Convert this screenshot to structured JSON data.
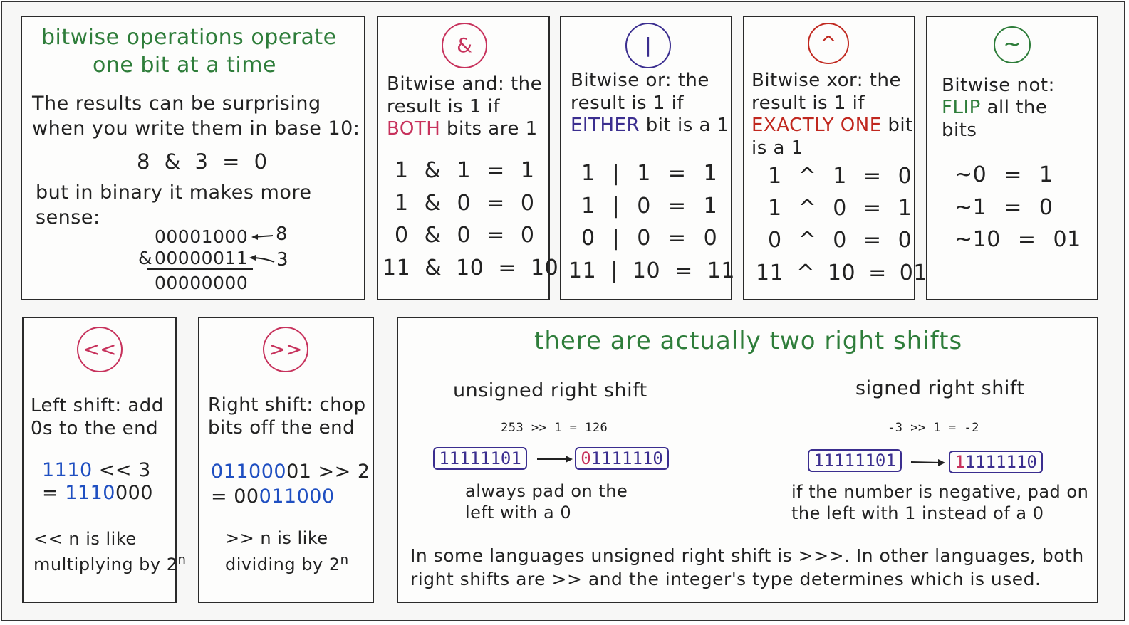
{
  "colors": {
    "green": "#2e7d3a",
    "pink": "#c7325c",
    "purple": "#3b2e8f",
    "red": "#c0271e",
    "blue": "#1f4fc1"
  },
  "intro": {
    "title_line1": "bitwise operations operate",
    "title_line2": "one bit at a time",
    "text_line1": "The results can be surprising",
    "text_line2": "when you write them in base 10:",
    "equation": "8 & 3 = 0",
    "text_line3": "but in binary it makes more",
    "text_line4": "sense:",
    "bin1": "00001000",
    "label1": "8",
    "op": "&",
    "bin2": "00000011",
    "label2": "3",
    "result": "00000000"
  },
  "and_panel": {
    "symbol": "&",
    "desc_line1": "Bitwise and: the",
    "desc_line2": "result is 1 if",
    "highlight": "BOTH",
    "desc_line3_rest": " bits are 1",
    "rows": [
      "1 & 1 = 1",
      "1 & 0 = 0",
      "0 & 0 = 0",
      "11 & 10 = 10"
    ]
  },
  "or_panel": {
    "symbol": "|",
    "desc_line1": "Bitwise or: the",
    "desc_line2": "result is 1 if",
    "highlight": "EITHER",
    "desc_line3_rest": " bit is a 1",
    "rows": [
      "1 | 1 = 1",
      "1 | 0 = 1",
      "0 | 0 = 0",
      "11 | 10 = 11"
    ]
  },
  "xor_panel": {
    "symbol": "^",
    "desc_line1": "Bitwise xor: the",
    "desc_line2": "result is 1 if",
    "highlight": "EXACTLY ONE",
    "desc_line3_rest": " bit",
    "desc_line4": "is a 1",
    "rows": [
      "1 ^ 1 = 0",
      "1 ^ 0 = 1",
      "0 ^ 0 = 0",
      "11 ^ 10 = 01"
    ]
  },
  "not_panel": {
    "symbol": "~",
    "desc_line1": "Bitwise not:",
    "highlight": "FLIP",
    "desc_line2_rest": " all the",
    "desc_line3": "bits",
    "rows": [
      "~0 = 1",
      "~1 = 0",
      "~10 = 01"
    ]
  },
  "left_shift": {
    "symbol": "<<",
    "desc_line1": "Left shift: add",
    "desc_line2": "0s to the end",
    "ex_blue1": "1110",
    "ex_rest1": " << 3",
    "ex_prefix2": "= ",
    "ex_blue2": "1110",
    "ex_rest2": "000",
    "note_line1": "<< n is like",
    "note_line2": "multiplying by 2",
    "note_sup": "n"
  },
  "right_shift": {
    "symbol": ">>",
    "desc_line1": "Right shift: chop",
    "desc_line2": "bits off the end",
    "ex_blue1": "011000",
    "ex_rest1": "01 >> 2",
    "ex_prefix2": "= 00",
    "ex_blue2": "011000",
    "note_line1": ">> n is like",
    "note_line2": "dividing by 2",
    "note_sup": "n"
  },
  "two_shifts": {
    "title": "there are actually two right shifts",
    "unsigned": {
      "heading": "unsigned right shift",
      "equation": "253 >> 1 = 126",
      "from": "11111101",
      "to_pad": "0",
      "to_rest": "1111110",
      "note_line1": "always pad on the",
      "note_line2": "left with a 0"
    },
    "signed": {
      "heading": "signed right shift",
      "equation": "-3 >> 1 = -2",
      "from": "11111101",
      "to_pad": "1",
      "to_rest": "1111110",
      "note_line1": "if the number is negative, pad on",
      "note_line2": "the left with 1 instead of a 0"
    },
    "footer_line1": "In some languages unsigned right shift is >>>. In other languages, both",
    "footer_line2": "right shifts are >> and the integer's type determines which is used."
  }
}
